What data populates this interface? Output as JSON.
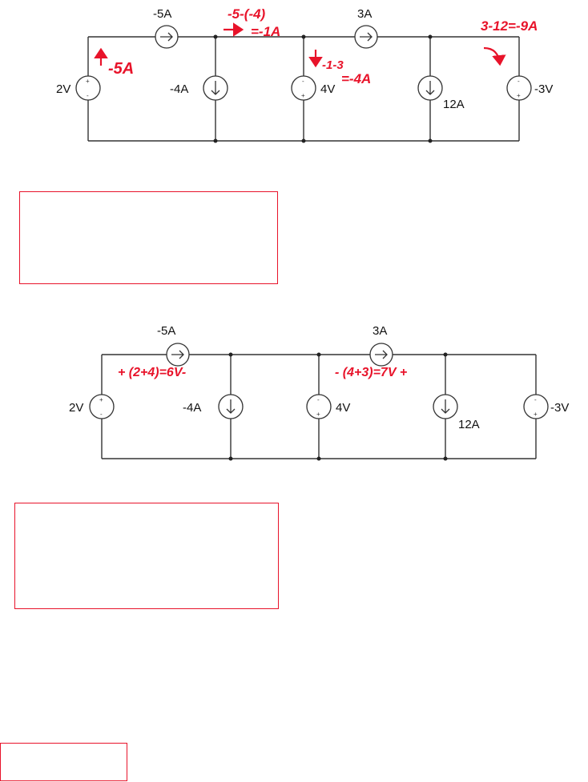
{
  "circuit1": {
    "labels": {
      "i_source_top_left": "-5A",
      "i_source_top_right": "3A",
      "v_left": "2V",
      "i_down_1": "-4A",
      "v_mid": "4V",
      "i_down_2": "12A",
      "v_right": "-3V"
    },
    "annotations": {
      "left_current": "-5A",
      "middle_expr": "-5-(-4)",
      "middle_result": "=-1A",
      "down_expr": "-1-3",
      "down_result": "=-4A",
      "right_expr": "3-12=-9A"
    }
  },
  "circuit2": {
    "labels": {
      "i_source_top_left": "-5A",
      "i_source_top_right": "3A",
      "v_left": "2V",
      "i_down_1": "-4A",
      "v_mid": "4V",
      "i_down_2": "12A",
      "v_right": "-3V"
    },
    "annotations": {
      "left_voltage": "+ (2+4)=6V-",
      "right_voltage": "- (4+3)=7V +"
    }
  },
  "colors": {
    "annotation": "#e8132a",
    "wire": "#333333"
  }
}
